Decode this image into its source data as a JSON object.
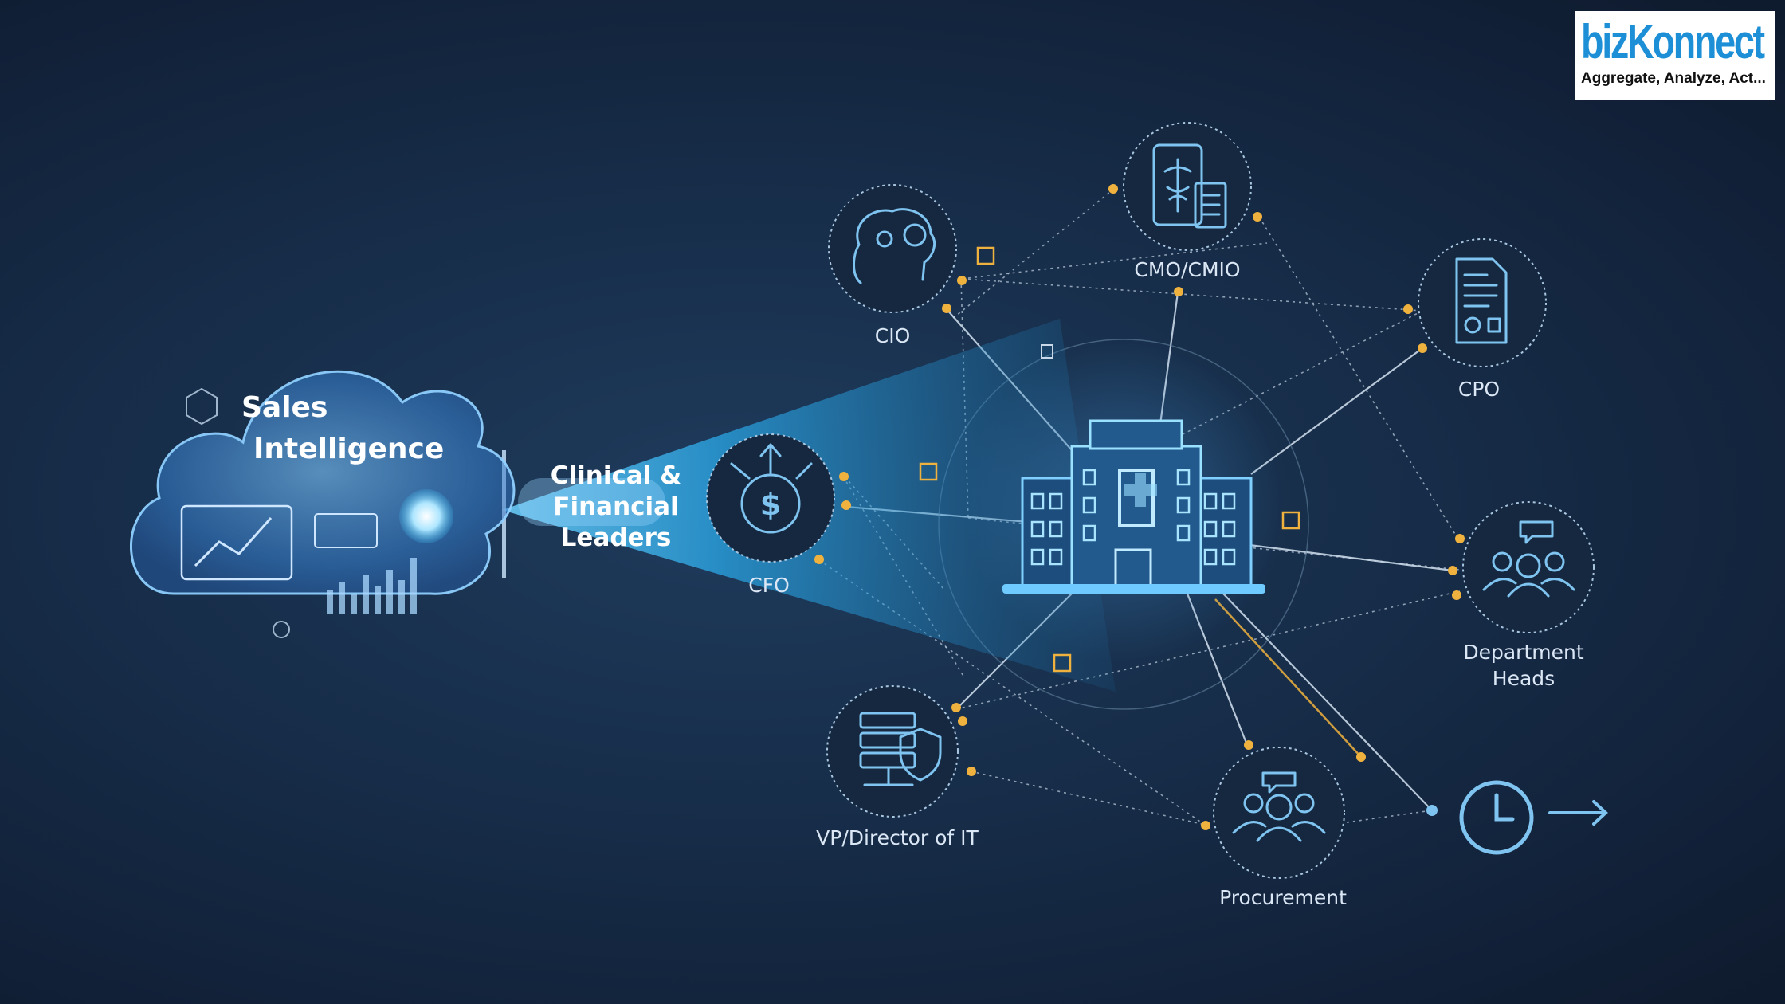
{
  "brand": {
    "name": "bizKonnect",
    "tagline": "Aggregate, Analyze, Act..."
  },
  "source": {
    "title_line1": "Sales",
    "title_line2": "Intelligence"
  },
  "beam_label": {
    "line1": "Clinical &",
    "line2": "Financial",
    "line3": "Leaders"
  },
  "hub": {
    "icon": "hospital-icon"
  },
  "nodes": [
    {
      "id": "cio",
      "label_lines": [
        "CIO"
      ],
      "icon": "brain-gears-icon"
    },
    {
      "id": "cmo",
      "label_lines": [
        "CMO/CMIO"
      ],
      "icon": "tablet-caduceus-icon"
    },
    {
      "id": "cpo",
      "label_lines": [
        "CPO"
      ],
      "icon": "document-icon"
    },
    {
      "id": "cfo",
      "label_lines": [
        "CFO"
      ],
      "icon": "dollar-arrows-icon"
    },
    {
      "id": "department-heads",
      "label_lines": [
        "Department",
        "Heads"
      ],
      "icon": "team-chat-icon"
    },
    {
      "id": "vp-it",
      "label_lines": [
        "VP/Director of IT"
      ],
      "icon": "server-shield-icon"
    },
    {
      "id": "procurement",
      "label_lines": [
        "Procurement"
      ],
      "icon": "team-icon"
    },
    {
      "id": "time",
      "label_lines": [],
      "icon": "clock-arrow-icon"
    }
  ],
  "colors": {
    "background": "#13233b",
    "beam": "#3fb8ee",
    "accent_dot": "#f0b23e",
    "icon_stroke": "#7fc4f0",
    "brand_blue": "#1d8fd6"
  }
}
